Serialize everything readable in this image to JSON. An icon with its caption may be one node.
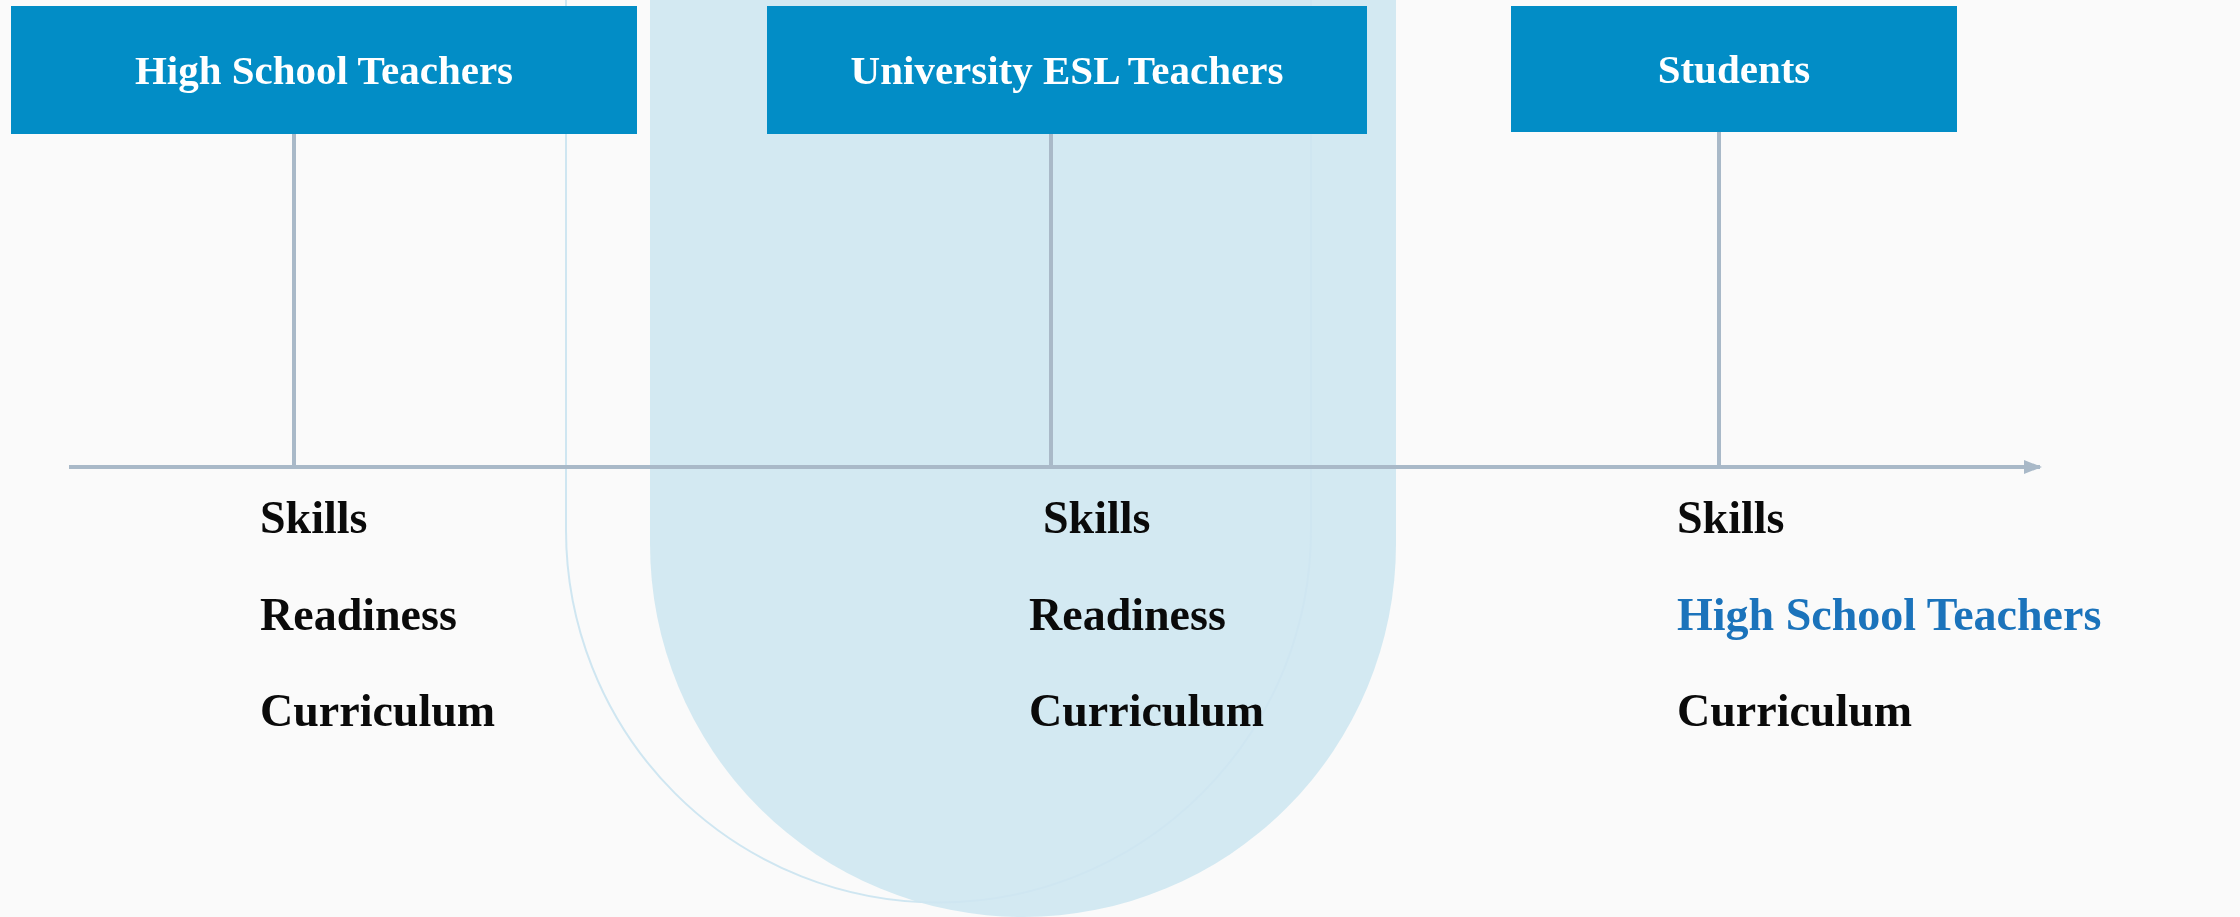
{
  "diagram": {
    "nodes": [
      {
        "text": [
          "High School Teachers"
        ]
      },
      {
        "text": [
          "University ESL Teachers"
        ]
      },
      {
        "text": [
          "Students"
        ]
      }
    ],
    "edges": [
      {
        "from": 0,
        "to": null,
        "arrow": "none"
      },
      {
        "from": 1,
        "to": null,
        "arrow": "none"
      },
      {
        "from": 2,
        "to": null,
        "arrow": "none"
      }
    ],
    "labels": [
      "Skills",
      "Readiness",
      "Curriculum",
      "Skills",
      "Readiness",
      "Curriculum",
      "Skills",
      "High School Teachers",
      "Curriculum"
    ]
  }
}
